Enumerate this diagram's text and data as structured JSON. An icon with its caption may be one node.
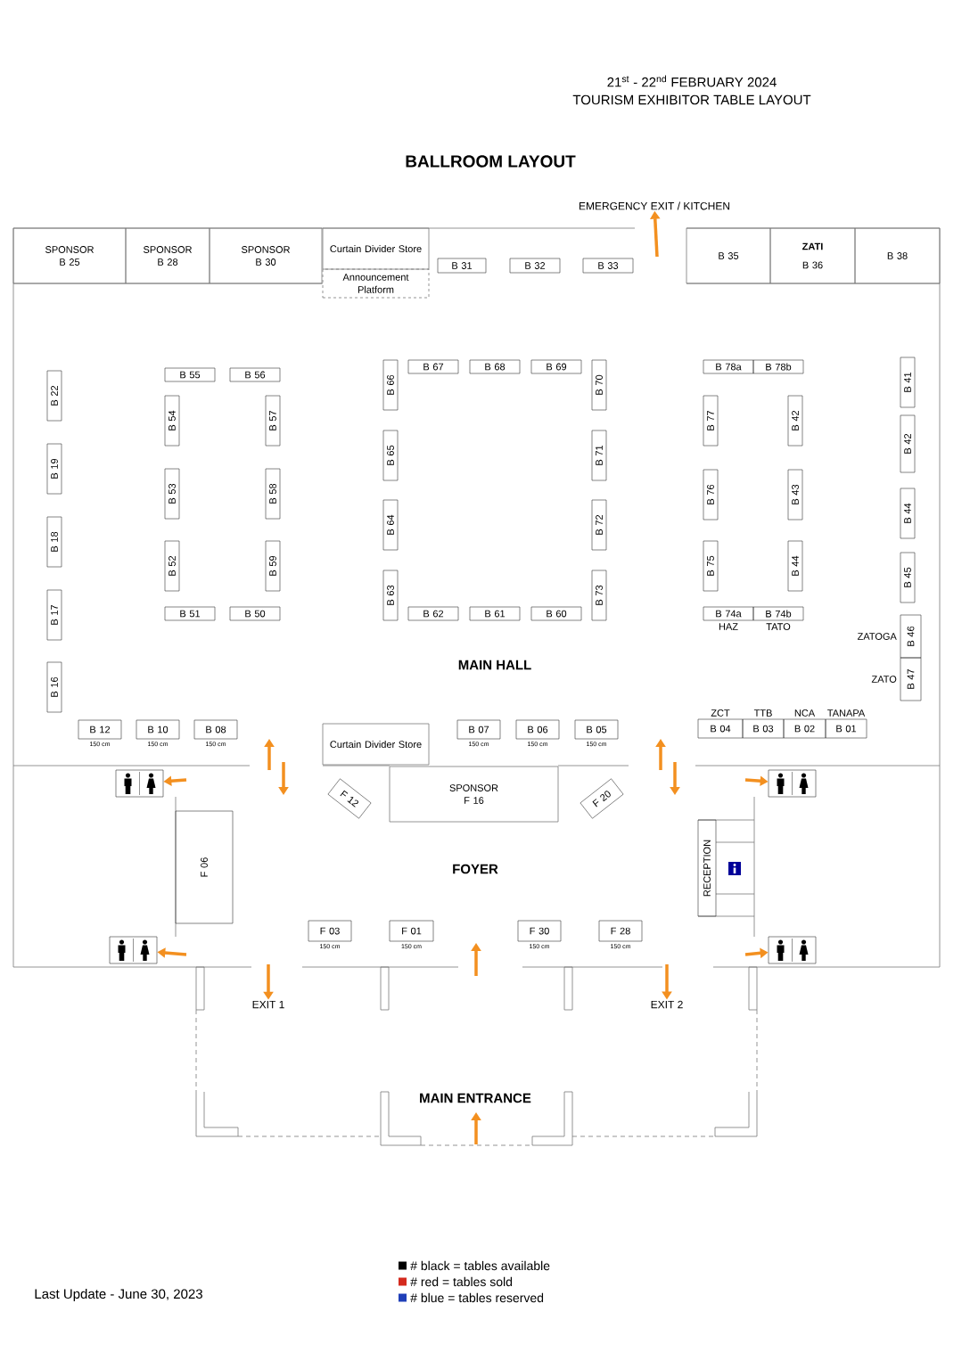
{
  "diagram": {
    "title": "BALLROOM LAYOUT",
    "nodes": [
      {
        "text": [
          "SPONSOR",
          "B 25"
        ]
      },
      {
        "text": [
          "SPONSOR",
          "B 28"
        ]
      },
      {
        "text": [
          "SPONSOR",
          "B 30"
        ]
      },
      {
        "text": [
          "Curtain Divider Store"
        ]
      },
      {
        "text": [
          "Announcement Platform"
        ]
      },
      {
        "text": [
          "B 31"
        ]
      },
      {
        "text": [
          "B 32"
        ]
      },
      {
        "text": [
          "B 33"
        ]
      },
      {
        "text": [
          "EMERGENCY EXIT / KITCHEN"
        ]
      },
      {
        "text": [
          "B 35"
        ]
      },
      {
        "text": [
          "ZATI",
          "B 36"
        ]
      },
      {
        "text": [
          "B 38"
        ]
      },
      {
        "text": [
          "B 22"
        ]
      },
      {
        "text": [
          "B 19"
        ]
      },
      {
        "text": [
          "B 18"
        ]
      },
      {
        "text": [
          "B 17"
        ]
      },
      {
        "text": [
          "B 16"
        ]
      },
      {
        "text": [
          "B 55"
        ]
      },
      {
        "text": [
          "B 56"
        ]
      },
      {
        "text": [
          "B 54"
        ]
      },
      {
        "text": [
          "B 57"
        ]
      },
      {
        "text": [
          "B 53"
        ]
      },
      {
        "text": [
          "B 58"
        ]
      },
      {
        "text": [
          "B 52"
        ]
      },
      {
        "text": [
          "B 59"
        ]
      },
      {
        "text": [
          "B 51"
        ]
      },
      {
        "text": [
          "B 50"
        ]
      },
      {
        "text": [
          "B 66"
        ]
      },
      {
        "text": [
          "B 67"
        ]
      },
      {
        "text": [
          "B 68"
        ]
      },
      {
        "text": [
          "B 69"
        ]
      },
      {
        "text": [
          "B 70"
        ]
      },
      {
        "text": [
          "B 65"
        ]
      },
      {
        "text": [
          "B 71"
        ]
      },
      {
        "text": [
          "B 64"
        ]
      },
      {
        "text": [
          "B 72"
        ]
      },
      {
        "text": [
          "B 63"
        ]
      },
      {
        "text": [
          "B 73"
        ]
      },
      {
        "text": [
          "B 62"
        ]
      },
      {
        "text": [
          "B 61"
        ]
      },
      {
        "text": [
          "B 60"
        ]
      },
      {
        "text": [
          "B 78a"
        ]
      },
      {
        "text": [
          "B 78b"
        ]
      },
      {
        "text": [
          "B 77"
        ]
      },
      {
        "text": [
          "B 42"
        ]
      },
      {
        "text": [
          "B 76"
        ]
      },
      {
        "text": [
          "B 43"
        ]
      },
      {
        "text": [
          "B 75"
        ]
      },
      {
        "text": [
          "B 44"
        ]
      },
      {
        "text": [
          "B 74a"
        ],
        "beside": [
          "HAZ"
        ]
      },
      {
        "text": [
          "B 74b"
        ],
        "beside": [
          "TATO"
        ]
      },
      {
        "text": [
          "B 41"
        ]
      },
      {
        "text": [
          "B 42"
        ]
      },
      {
        "text": [
          "B 44"
        ]
      },
      {
        "text": [
          "B 45"
        ]
      },
      {
        "text": [
          "B 46"
        ],
        "beside": [
          "ZATOGA"
        ]
      },
      {
        "text": [
          "B 47"
        ],
        "beside": [
          "ZATO"
        ]
      },
      {
        "text": [
          "B 12"
        ],
        "beside": [
          "150 cm"
        ]
      },
      {
        "text": [
          "B 10"
        ],
        "beside": [
          "150 cm"
        ]
      },
      {
        "text": [
          "B 08"
        ],
        "beside": [
          "150 cm"
        ]
      },
      {
        "text": [
          "Curtain Divider Store"
        ]
      },
      {
        "text": [
          "B 07"
        ],
        "beside": [
          "150 cm"
        ]
      },
      {
        "text": [
          "B 06"
        ],
        "beside": [
          "150 cm"
        ]
      },
      {
        "text": [
          "B 05"
        ],
        "beside": [
          "150 cm"
        ]
      },
      {
        "text": [
          "B 04"
        ],
        "beside": [
          "ZCT"
        ]
      },
      {
        "text": [
          "B 03"
        ],
        "beside": [
          "TTB"
        ]
      },
      {
        "text": [
          "B 02"
        ],
        "beside": [
          "NCA"
        ]
      },
      {
        "text": [
          "B 01"
        ],
        "beside": [
          "TANAPA"
        ]
      },
      {
        "text": [],
        "shape": "picture"
      },
      {
        "text": [],
        "shape": "picture"
      },
      {
        "text": [
          "F 12"
        ]
      },
      {
        "text": [
          "SPONSOR",
          "F 16"
        ]
      },
      {
        "text": [
          "F 20"
        ]
      },
      {
        "text": [
          "F 06"
        ]
      },
      {
        "text": [
          "RECEPTION"
        ]
      },
      {
        "text": [
          "F 03"
        ],
        "beside": [
          "150 cm"
        ]
      },
      {
        "text": [
          "F 01"
        ],
        "beside": [
          "150 cm"
        ]
      },
      {
        "text": [
          "F 30"
        ],
        "beside": [
          "150 cm"
        ]
      },
      {
        "text": [
          "F 28"
        ],
        "beside": [
          "150 cm"
        ]
      },
      {
        "text": [],
        "shape": "picture"
      },
      {
        "text": [],
        "shape": "picture"
      },
      {
        "text": [
          "EXIT 1"
        ]
      },
      {
        "text": [
          "EXIT 2"
        ]
      }
    ],
    "edges": [
      {
        "from": null,
        "to": 8,
        "arrow": "to"
      },
      {
        "from": null,
        "to": 68,
        "arrow": "to"
      },
      {
        "from": null,
        "to": 69,
        "arrow": "to"
      },
      {
        "from": null,
        "to": 79,
        "arrow": "to"
      },
      {
        "from": null,
        "to": 80,
        "arrow": "to"
      },
      {
        "from": null,
        "to": 81,
        "arrow": "to"
      },
      {
        "from": null,
        "to": 82,
        "arrow": "to"
      }
    ],
    "labels": [
      "21$^{st}$ - 22$^{nd}$ FEBRUARY 2024",
      "TOURISM EXHIBITOR TABLE LAYOUT",
      "MAIN HALL",
      "FOYER",
      "MAIN ENTRANCE",
      "Last Update - June 30, 2023"
    ],
    "legend": [
      {
        "text": "# black = tables available",
        "color": "#000000"
      },
      {
        "text": "# red = tables sold",
        "color": "#d42a1e"
      },
      {
        "text": "# blue = tables reserved",
        "color": "#1f3fb8"
      }
    ]
  }
}
